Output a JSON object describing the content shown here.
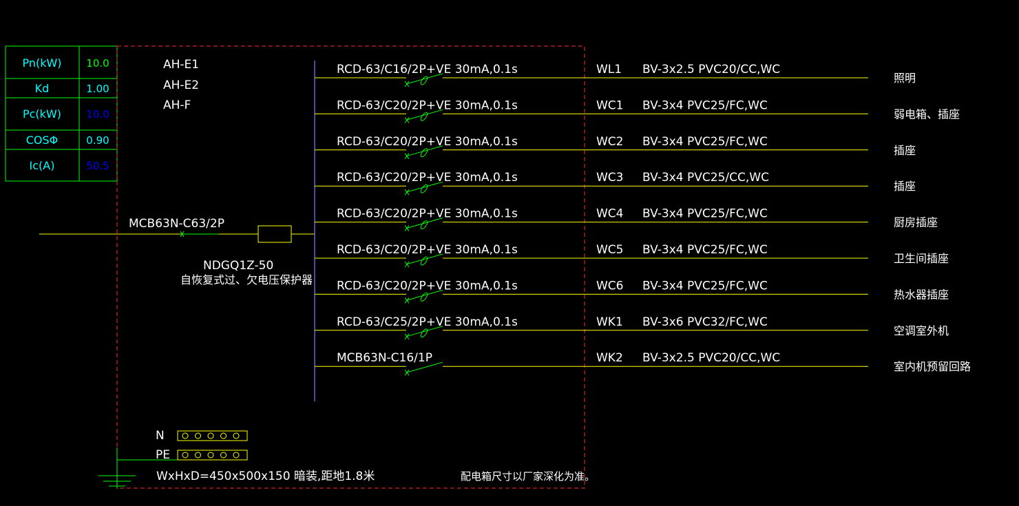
{
  "load_table": {
    "rows": [
      {
        "label": "Pn(kW)",
        "value": "10.0",
        "label_color": "#00ffff",
        "value_color": "#00ff00"
      },
      {
        "label": "Kd",
        "value": "1.00",
        "label_color": "#00ffff",
        "value_color": "#00ffff"
      },
      {
        "label": "Pc(kW)",
        "value": "10.0",
        "label_color": "#00ffff",
        "value_color": "#0000ff"
      },
      {
        "label": "COSΦ",
        "value": "0.90",
        "label_color": "#00ffff",
        "value_color": "#00ffff"
      },
      {
        "label": "Ic(A)",
        "value": "50.5",
        "label_color": "#00ffff",
        "value_color": "#0000ff"
      }
    ]
  },
  "box_ids": [
    "AH-E1",
    "AH-E2",
    "AH-F"
  ],
  "incoming": {
    "breaker": "MCB63N-C63/2P",
    "protector_model": "NDGQ1Z-50",
    "protector_desc": "自恢复式过、欠电压保护器"
  },
  "circuits": [
    {
      "device": "RCD-63/C16/2P+VE 30mA,0.1s",
      "id": "WL1",
      "cable": "BV-3x2.5  PVC20/CC,WC",
      "use": "照明",
      "rcd": true
    },
    {
      "device": "RCD-63/C20/2P+VE 30mA,0.1s",
      "id": "WC1",
      "cable": "BV-3x4  PVC25/FC,WC",
      "use": "弱电箱、插座",
      "rcd": true
    },
    {
      "device": "RCD-63/C20/2P+VE 30mA,0.1s",
      "id": "WC2",
      "cable": "BV-3x4  PVC25/FC,WC",
      "use": "插座",
      "rcd": true
    },
    {
      "device": "RCD-63/C20/2P+VE 30mA,0.1s",
      "id": "WC3",
      "cable": "BV-3x4  PVC25/CC,WC",
      "use": "插座",
      "rcd": true
    },
    {
      "device": "RCD-63/C20/2P+VE 30mA,0.1s",
      "id": "WC4",
      "cable": "BV-3x4  PVC25/FC,WC",
      "use": "厨房插座",
      "rcd": true
    },
    {
      "device": "RCD-63/C20/2P+VE 30mA,0.1s",
      "id": "WC5",
      "cable": "BV-3x4  PVC25/FC,WC",
      "use": "卫生间插座",
      "rcd": true
    },
    {
      "device": "RCD-63/C20/2P+VE 30mA,0.1s",
      "id": "WC6",
      "cable": "BV-3x4  PVC25/FC,WC",
      "use": "热水器插座",
      "rcd": true
    },
    {
      "device": "RCD-63/C25/2P+VE 30mA,0.1s",
      "id": "WK1",
      "cable": "BV-3x6  PVC32/FC,WC",
      "use": "空调室外机",
      "rcd": true
    },
    {
      "device": "MCB63N-C16/1P",
      "id": "WK2",
      "cable": "BV-3x2.5  PVC20/CC,WC",
      "use": "室内机预留回路",
      "rcd": false
    }
  ],
  "terminals": [
    {
      "label": "N"
    },
    {
      "label": "PE"
    }
  ],
  "notes": {
    "dimensions": "WxHxD=450x500x150  暗装,距地1.8米",
    "remark": "配电箱尺寸以厂家深化为准。"
  }
}
